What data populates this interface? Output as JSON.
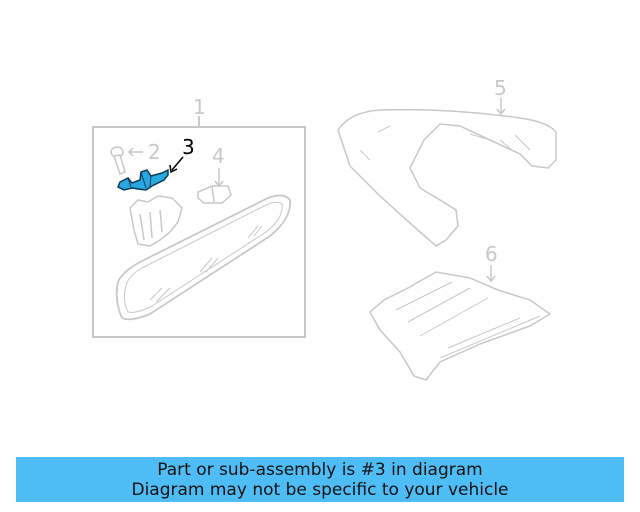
{
  "diagram": {
    "callouts": [
      {
        "id": "1",
        "label": "1",
        "highlighted": false
      },
      {
        "id": "2",
        "label": "2",
        "highlighted": false
      },
      {
        "id": "3",
        "label": "3",
        "highlighted": true
      },
      {
        "id": "4",
        "label": "4",
        "highlighted": false
      },
      {
        "id": "5",
        "label": "5",
        "highlighted": false
      },
      {
        "id": "6",
        "label": "6",
        "highlighted": false
      }
    ],
    "colors": {
      "line": "#c8c8c8",
      "highlight_fill": "#29a8e0",
      "highlight_stroke": "#0a3a5a",
      "box": "#c8c8c8"
    }
  },
  "banner": {
    "line1": "Part or sub-assembly is #3 in diagram",
    "line2": "Diagram may not be specific to your vehicle",
    "color": "#4fbdf5"
  }
}
